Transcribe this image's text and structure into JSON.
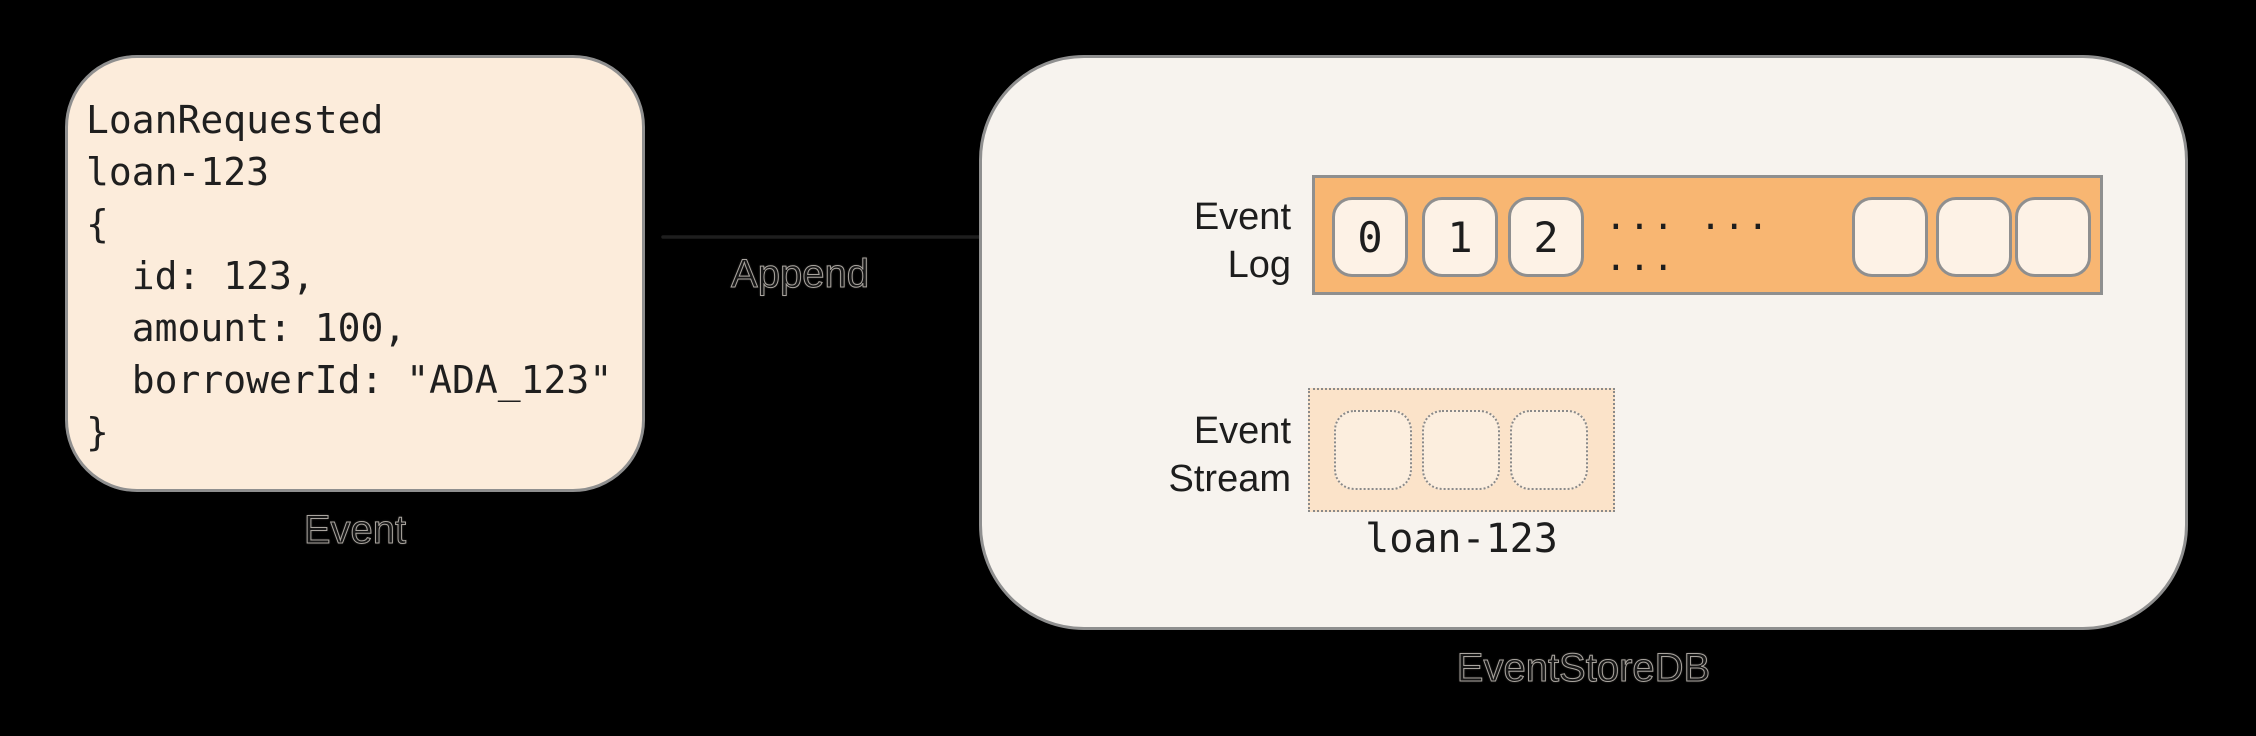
{
  "diagram": {
    "background_color": "#000000",
    "event_card": {
      "code_lines": [
        "LoanRequested",
        "loan-123",
        "{",
        "  id: 123,",
        "  amount: 100,",
        "  borrowerId: \"ADA_123\"",
        "}"
      ],
      "caption": "Event"
    },
    "append_arrow": {
      "label": "Append"
    },
    "event_store": {
      "caption": "EventStoreDB",
      "event_log": {
        "label_line1": "Event",
        "label_line2": "Log",
        "numbered_cells": [
          "0",
          "1",
          "2"
        ],
        "ellipsis": "... ... ...",
        "empty_cell_count": 3
      },
      "event_stream": {
        "label_line1": "Event",
        "label_line2": "Stream",
        "empty_cell_count": 3,
        "stream_name": "loan-123"
      }
    },
    "colors": {
      "card_fill": "#fcecdb",
      "store_fill": "#f7f3ee",
      "log_bar_fill": "#f8b672",
      "cell_fill": "#fdf2e6",
      "stream_fill": "#fbe3c9",
      "stream_cell_fill": "#fceede",
      "border_gray": "#8f8f8f",
      "ink": "#1d1d1d"
    }
  }
}
